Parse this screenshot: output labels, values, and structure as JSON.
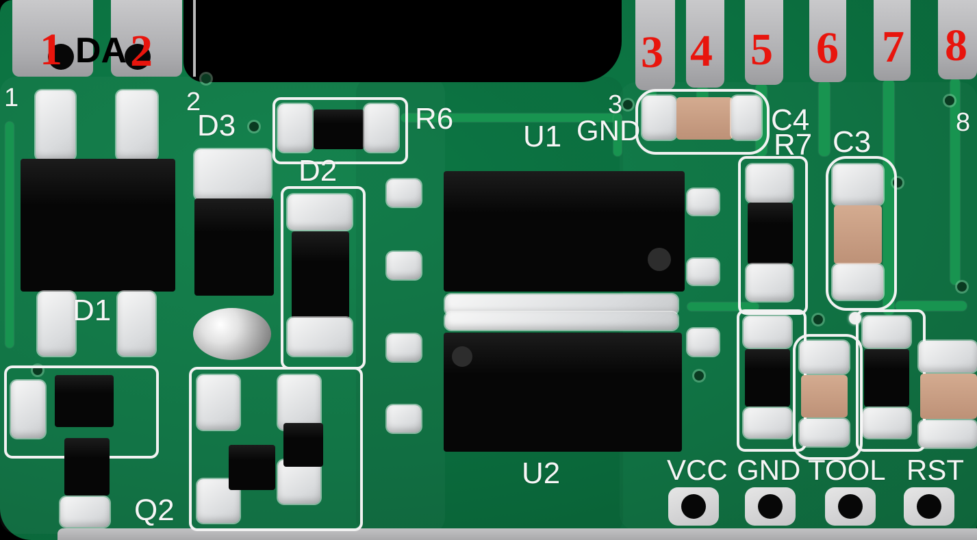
{
  "annotations": {
    "da_label": "DA",
    "red_pin_numbers": {
      "p1": "1",
      "p2": "2",
      "p3": "3",
      "p4": "4",
      "p5": "5",
      "p6": "6",
      "p7": "7",
      "p8": "8"
    }
  },
  "silkscreen": {
    "pad_numbers": {
      "n1": "1",
      "n2": "2",
      "n3": "3",
      "n8": "8"
    },
    "component_labels": {
      "d1": "D1",
      "d2": "D2",
      "d3": "D3",
      "q2": "Q2",
      "r6": "R6",
      "r7": "R7",
      "c3": "C3",
      "c4": "C4",
      "u1": "U1",
      "u2": "U2"
    },
    "net_labels": {
      "gnd_top": "GND"
    },
    "header_labels": {
      "vcc": "VCC",
      "gnd": "GND",
      "tool": "TOOL",
      "rst": "RST"
    }
  },
  "colors": {
    "background": "#000000",
    "board_green": "#0b7040",
    "trace_green": "#189450",
    "pad_gray": "#b9b9bb",
    "solder_white": "#ededed",
    "component_black": "#070707",
    "capacitor_tan": "#c59a82",
    "silkscreen_white": "#f4f4f4",
    "annotation_red": "#e8150d",
    "annotation_black": "#000000"
  }
}
